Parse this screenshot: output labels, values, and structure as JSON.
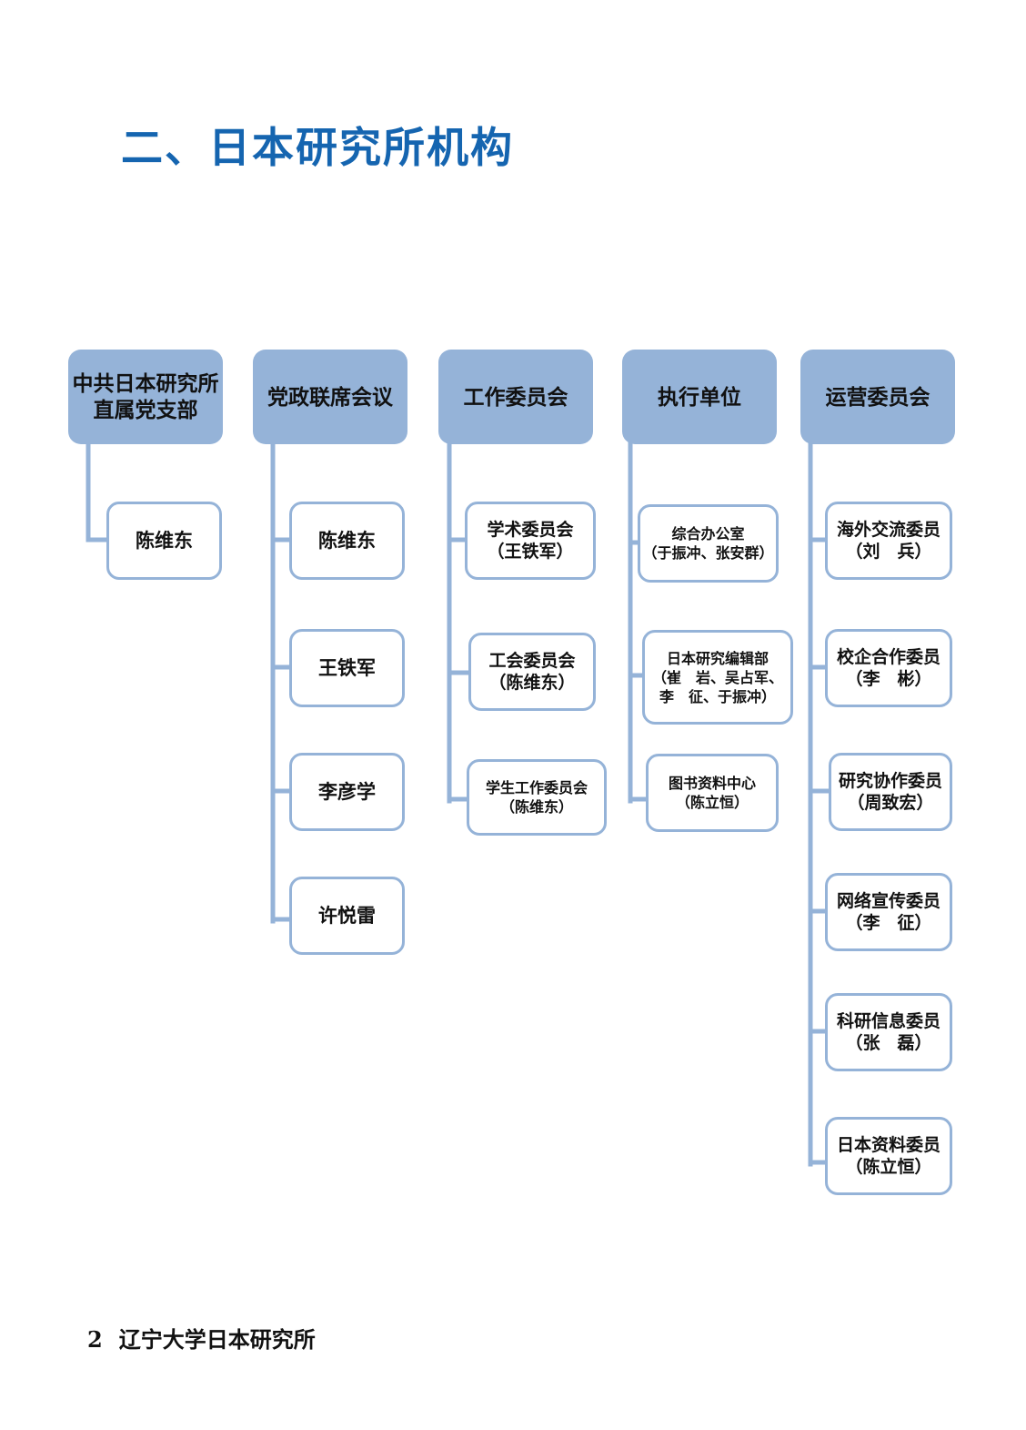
{
  "page_title": "二、日本研究所机构",
  "footer": {
    "page_number": "2",
    "publication": "辽宁大学日本研究所"
  },
  "colors": {
    "title": "#1565b0",
    "box_fill": "#95b3d8",
    "connector": "#95b3d8"
  },
  "columns": [
    {
      "head": [
        "中共日本研究所",
        "直属党支部"
      ],
      "children": [
        [
          "陈维东"
        ]
      ]
    },
    {
      "head": [
        "党政联席会议"
      ],
      "children": [
        [
          "陈维东"
        ],
        [
          "王铁军"
        ],
        [
          "李彦学"
        ],
        [
          "许悦雷"
        ]
      ]
    },
    {
      "head": [
        "工作委员会"
      ],
      "children": [
        [
          "学术委员会",
          "（王铁军）"
        ],
        [
          "工会委员会",
          "（陈维东）"
        ],
        [
          "学生工作委员会",
          "（陈维东）"
        ]
      ]
    },
    {
      "head": [
        "执行单位"
      ],
      "children": [
        [
          "综合办公室",
          "（于振冲、张安群）"
        ],
        [
          "日本研究编辑部",
          "（崔　岩、吴占军、",
          "李　征、于振冲）"
        ],
        [
          "图书资料中心",
          "（陈立恒）"
        ]
      ]
    },
    {
      "head": [
        "运营委员会"
      ],
      "children": [
        [
          "海外交流委员",
          "（刘　兵）"
        ],
        [
          "校企合作委员",
          "（李　彬）"
        ],
        [
          "研究协作委员",
          "（周致宏）"
        ],
        [
          "网络宣传委员",
          "（李　征）"
        ],
        [
          "科研信息委员",
          "（张　磊）"
        ],
        [
          "日本资料委员",
          "（陈立恒）"
        ]
      ]
    }
  ]
}
